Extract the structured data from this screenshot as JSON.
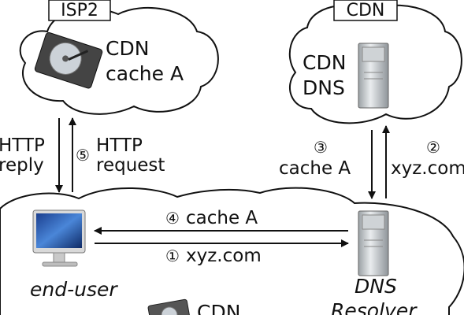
{
  "clouds": {
    "isp2": {
      "tag": "ISP2",
      "node_line1": "CDN",
      "node_line2": "cache A"
    },
    "cdn": {
      "tag": "CDN",
      "node_line1": "CDN",
      "node_line2": "DNS"
    },
    "local": {
      "end_user": "end-user",
      "resolver_line1": "DNS",
      "resolver_line2": "Resolver",
      "bottom_node": "CDN"
    }
  },
  "arrows": {
    "http_reply": {
      "line1": "HTTP",
      "line2": "reply"
    },
    "http_request": {
      "step": "⑤",
      "line1": "HTTP",
      "line2": "request"
    },
    "cache_a_up": {
      "step": "③",
      "text": "cache A"
    },
    "xyz_down": {
      "step": "②",
      "text": "xyz.com"
    },
    "cache_a_left": {
      "step": "④",
      "text": "cache A"
    },
    "xyz_right": {
      "step": "①",
      "text": "xyz.com"
    }
  },
  "icons": [
    "hard-disk-icon",
    "server-tower-icon",
    "desktop-computer-icon"
  ]
}
